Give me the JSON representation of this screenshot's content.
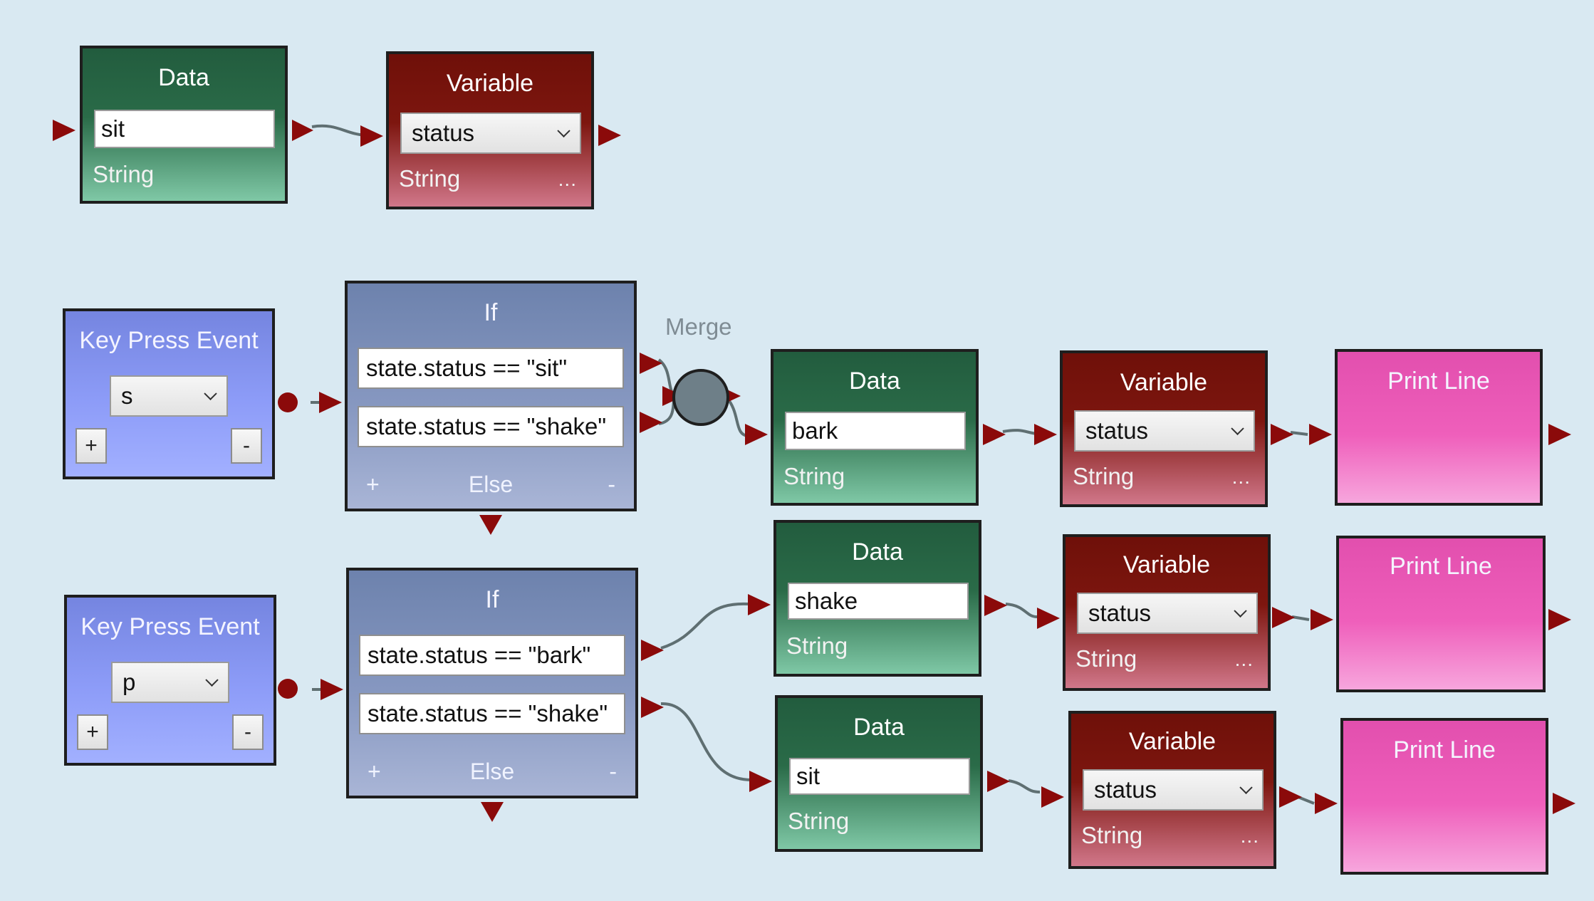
{
  "nodes": {
    "data1": {
      "title": "Data",
      "value": "sit",
      "type": "String"
    },
    "var1": {
      "title": "Variable",
      "selected": "status",
      "type": "String",
      "more": "..."
    },
    "key1": {
      "title": "Key Press Event",
      "key": "s",
      "add": "+",
      "remove": "-"
    },
    "if1": {
      "title": "If",
      "conditions": [
        "state.status == \"sit\"",
        "state.status == \"shake\""
      ],
      "add": "+",
      "else": "Else",
      "remove": "-"
    },
    "merge": {
      "label": "Merge"
    },
    "data2": {
      "title": "Data",
      "value": "bark",
      "type": "String"
    },
    "var2": {
      "title": "Variable",
      "selected": "status",
      "type": "String",
      "more": "..."
    },
    "print1": {
      "title": "Print Line"
    },
    "key2": {
      "title": "Key Press Event",
      "key": "p",
      "add": "+",
      "remove": "-"
    },
    "if2": {
      "title": "If",
      "conditions": [
        "state.status == \"bark\"",
        "state.status == \"shake\""
      ],
      "add": "+",
      "else": "Else",
      "remove": "-"
    },
    "data3": {
      "title": "Data",
      "value": "shake",
      "type": "String"
    },
    "var3": {
      "title": "Variable",
      "selected": "status",
      "type": "String",
      "more": "..."
    },
    "print2": {
      "title": "Print Line"
    },
    "data4": {
      "title": "Data",
      "value": "sit",
      "type": "String"
    },
    "var4": {
      "title": "Variable",
      "selected": "status",
      "type": "String",
      "more": "..."
    },
    "print3": {
      "title": "Print Line"
    }
  },
  "colors": {
    "background": "#d9e9f2",
    "data_node": "#225c3e",
    "variable_node": "#6f1009",
    "key_event_node": "#8d9cf8",
    "if_node": "#6d82ad",
    "print_node": "#ef5fbb",
    "port_arrow": "#8b0a0a",
    "wire": "#5f6f72"
  }
}
